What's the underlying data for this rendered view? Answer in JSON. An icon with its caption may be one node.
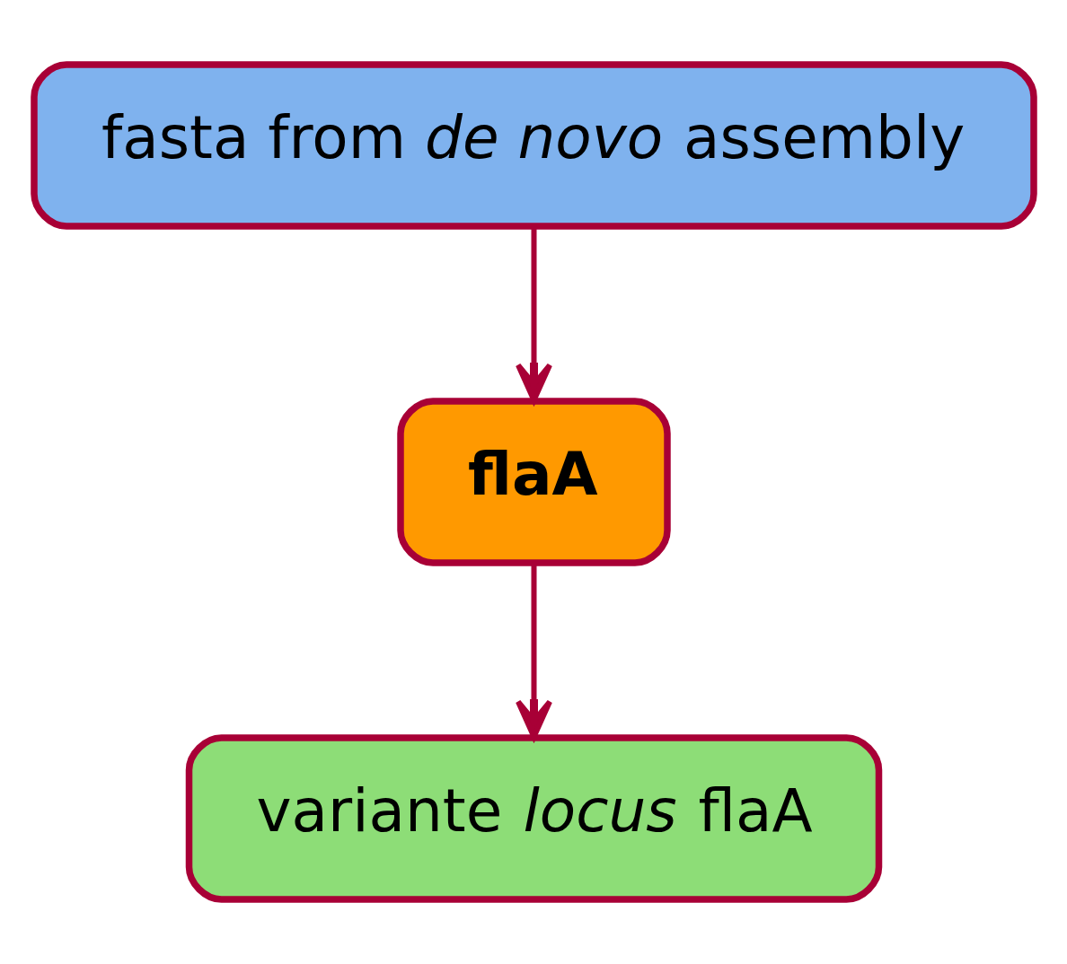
{
  "diagram": {
    "nodes": [
      {
        "text": [
          "fasta from *de novo* assembly"
        ]
      },
      {
        "text": [
          "flaA"
        ]
      },
      {
        "text": [
          "variante *locus* flaA"
        ]
      }
    ],
    "edges": [
      {
        "from": 0,
        "to": 1,
        "arrow": "to"
      },
      {
        "from": 1,
        "to": 2,
        "arrow": "to"
      }
    ]
  }
}
